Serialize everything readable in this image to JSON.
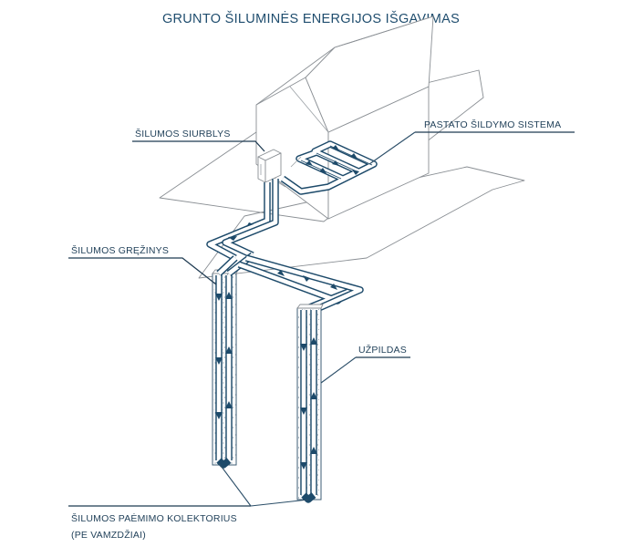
{
  "diagram": {
    "title": "GRUNTO ŠILUMINĖS ENERGIJOS IŠGAVIMAS",
    "labels": {
      "heat_pump": "ŠILUMOS SIURBLYS",
      "building_heating": "PASTATO ŠILDYMO SISTEMA",
      "borehole": "ŠILUMOS GRĘŽINYS",
      "fill": "UŽPILDAS",
      "collector_line1": "ŠILUMOS PAĖMIMO KOLEKTORIUS",
      "collector_line2": "(PE VAMZDŽIAI)"
    },
    "colors": {
      "pipe": "#1d4a6a",
      "outline": "#8a8f94",
      "text": "#1f4d6e"
    }
  }
}
